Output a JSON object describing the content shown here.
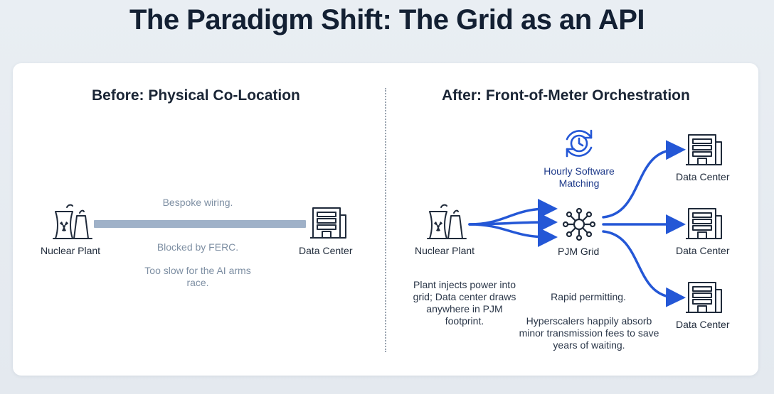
{
  "title": "The Paradigm Shift: The Grid as an API",
  "before": {
    "heading": "Before: Physical Co-Location",
    "plant_label": "Nuclear Plant",
    "dc_label": "Data Center",
    "note_wiring": "Bespoke wiring.",
    "note_ferc": "Blocked by FERC.",
    "note_slow": "Too slow for the AI arms race.",
    "icons": [
      "nuclear-plant-icon",
      "data-center-icon"
    ]
  },
  "after": {
    "heading": "After: Front-of-Meter Orchestration",
    "plant_label": "Nuclear Plant",
    "grid_label": "PJM Grid",
    "software_label": "Hourly Software Matching",
    "dc_labels": [
      "Data Center",
      "Data Center",
      "Data Center"
    ],
    "note_inject": "Plant injects power into grid; Data center draws anywhere in PJM footprint.",
    "note_permitting": "Rapid permitting.",
    "note_hyperscalers": "Hyperscalers happily absorb minor transmission fees to save years of waiting.",
    "icons": [
      "nuclear-plant-icon",
      "grid-hub-icon",
      "clock-cycle-icon",
      "data-center-icon"
    ]
  },
  "colors": {
    "accent_blue": "#2457d6",
    "wire_gray": "#9fb1c8",
    "title_text": "#132033",
    "muted_text": "#7e8fa3"
  }
}
